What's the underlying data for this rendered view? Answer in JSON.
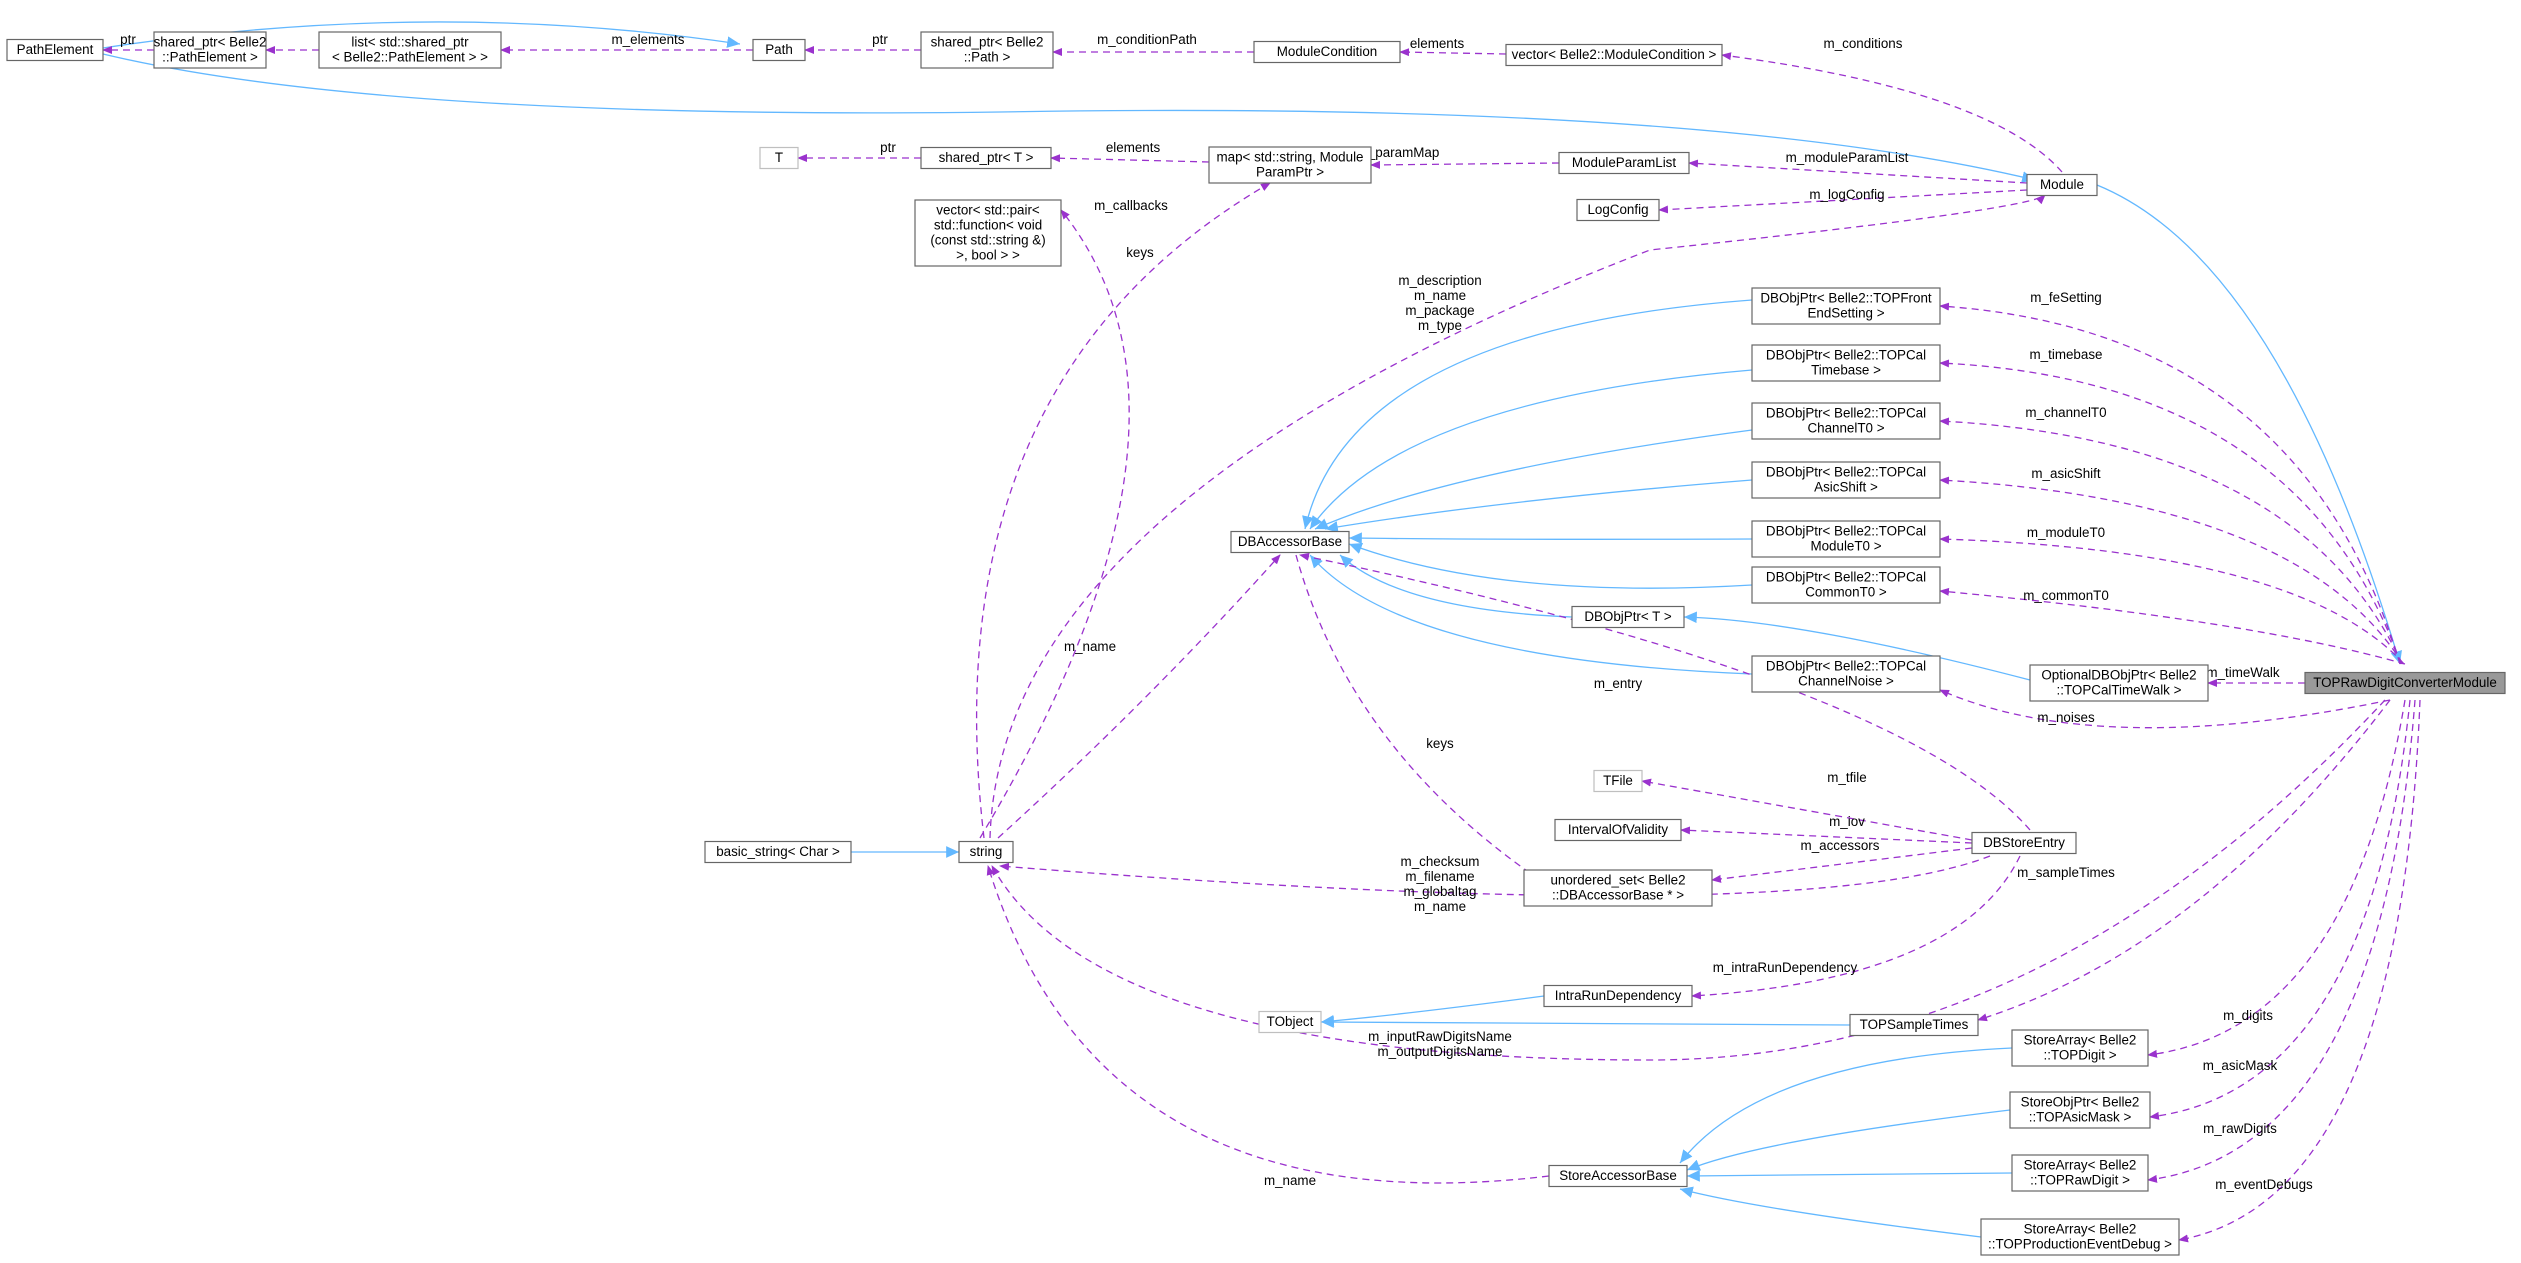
{
  "colors": {
    "usage_edge": "#9a32cd",
    "inherit_edge": "#63b8ff",
    "node_border": "#666666",
    "ghost_border": "#bfbfbf",
    "focus_fill": "#999999"
  },
  "nodes": {
    "pathelement": [
      "PathElement"
    ],
    "sp_pathelement": [
      "shared_ptr< Belle2",
      "::PathElement >"
    ],
    "list_sp": [
      "list< std::shared_ptr",
      "< Belle2::PathElement > >"
    ],
    "path": [
      "Path"
    ],
    "sp_path": [
      "shared_ptr< Belle2",
      "::Path >"
    ],
    "modulecondition": [
      "ModuleCondition"
    ],
    "vec_modcond": [
      "vector< Belle2::ModuleCondition >"
    ],
    "t": [
      "T"
    ],
    "sp_t": [
      "shared_ptr< T >"
    ],
    "map_param": [
      "map< std::string, Module",
      "ParamPtr >"
    ],
    "moduleparamlist": [
      "ModuleParamList"
    ],
    "module": [
      "Module"
    ],
    "logconfig": [
      "LogConfig"
    ],
    "vec_pair": [
      "vector< std::pair<",
      "std::function< void",
      "(const std::string &)",
      ">, bool > >"
    ],
    "db_fe": [
      "DBObjPtr< Belle2::TOPFront",
      "EndSetting >"
    ],
    "db_timebase": [
      "DBObjPtr< Belle2::TOPCal",
      "Timebase >"
    ],
    "db_channelt0": [
      "DBObjPtr< Belle2::TOPCal",
      "ChannelT0 >"
    ],
    "db_asicshift": [
      "DBObjPtr< Belle2::TOPCal",
      "AsicShift >"
    ],
    "db_modulet0": [
      "DBObjPtr< Belle2::TOPCal",
      "ModuleT0 >"
    ],
    "db_commont0": [
      "DBObjPtr< Belle2::TOPCal",
      "CommonT0 >"
    ],
    "dbaccessorbase": [
      "DBAccessorBase"
    ],
    "dbobjptr_t": [
      "DBObjPtr< T >"
    ],
    "optional_db": [
      "OptionalDBObjPtr< Belle2",
      "::TOPCalTimeWalk >"
    ],
    "db_noise": [
      "DBObjPtr< Belle2::TOPCal",
      "ChannelNoise >"
    ],
    "toprawdigit": [
      "TOPRawDigitConverterModule"
    ],
    "tfile": [
      "TFile"
    ],
    "intervalofvalidity": [
      "IntervalOfValidity"
    ],
    "dbstoreentry": [
      "DBStoreEntry"
    ],
    "unordered_set": [
      "unordered_set< Belle2",
      "::DBAccessorBase * >"
    ],
    "basic_string": [
      "basic_string< Char >"
    ],
    "string": [
      "string"
    ],
    "intrarundep": [
      "IntraRunDependency"
    ],
    "tobject": [
      "TObject"
    ],
    "topsampletimes": [
      "TOPSampleTimes"
    ],
    "sa_topdigit": [
      "StoreArray< Belle2",
      "::TOPDigit >"
    ],
    "so_asicmask": [
      "StoreObjPtr< Belle2",
      "::TOPAsicMask >"
    ],
    "sa_rawdigit": [
      "StoreArray< Belle2",
      "::TOPRawDigit >"
    ],
    "storeaccessorbase": [
      "StoreAccessorBase"
    ],
    "sa_prodevent": [
      "StoreArray< Belle2",
      "::TOPProductionEventDebug >"
    ]
  },
  "edge_labels": {
    "ptr_pathelement": [
      "ptr"
    ],
    "elements_list": [
      "elements"
    ],
    "m_elements": [
      "m_elements"
    ],
    "ptr_path": [
      "ptr"
    ],
    "m_conditionPath": [
      "m_conditionPath"
    ],
    "elements_modcond": [
      "elements"
    ],
    "m_conditions": [
      "m_conditions"
    ],
    "ptr_t": [
      "ptr"
    ],
    "elements_map": [
      "elements"
    ],
    "m_paramMap": [
      "m_paramMap"
    ],
    "m_moduleParamList": [
      "m_moduleParamList"
    ],
    "m_logConfig": [
      "m_logConfig"
    ],
    "m_callbacks": [
      "m_callbacks"
    ],
    "keys_map": [
      "keys"
    ],
    "module_strings": [
      "m_description",
      "m_name",
      "m_package",
      "m_type"
    ],
    "m_feSetting": [
      "m_feSetting"
    ],
    "m_timebase": [
      "m_timebase"
    ],
    "m_channelT0": [
      "m_channelT0"
    ],
    "m_asicShift": [
      "m_asicShift"
    ],
    "m_moduleT0": [
      "m_moduleT0"
    ],
    "m_commonT0": [
      "m_commonT0"
    ],
    "m_timeWalk": [
      "m_timeWalk"
    ],
    "m_noises": [
      "m_noises"
    ],
    "m_name_dba": [
      "m_name"
    ],
    "m_entry": [
      "m_entry"
    ],
    "keys_uset": [
      "keys"
    ],
    "m_tfile": [
      "m_tfile"
    ],
    "m_iov": [
      "m_iov"
    ],
    "m_accessors": [
      "m_accessors"
    ],
    "dbstore_strings": [
      "m_checksum",
      "m_filename",
      "m_globaltag",
      "m_name"
    ],
    "m_sampleTimes": [
      "m_sampleTimes"
    ],
    "m_intraRunDependency": [
      "m_intraRunDependency"
    ],
    "raw_strings": [
      "m_inputRawDigitsName",
      "m_outputDigitsName"
    ],
    "m_digits": [
      "m_digits"
    ],
    "m_asicMask": [
      "m_asicMask"
    ],
    "m_rawDigits": [
      "m_rawDigits"
    ],
    "m_eventDebugs": [
      "m_eventDebugs"
    ],
    "m_name_sab": [
      "m_name"
    ]
  }
}
